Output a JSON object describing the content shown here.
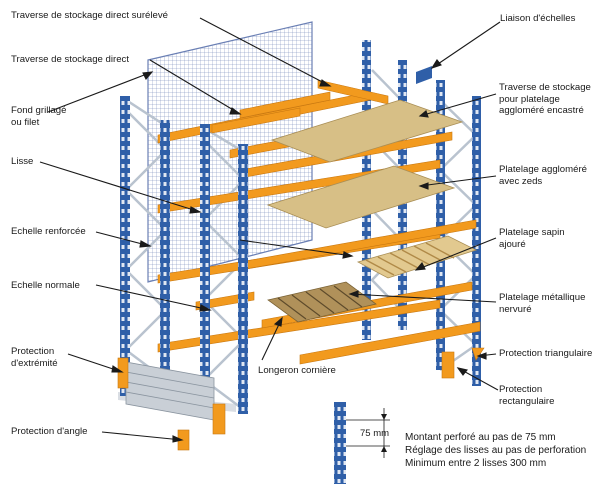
{
  "diagram": {
    "labels": {
      "traverse_direct_sureleve": "Traverse de stockage direct surélevé",
      "traverse_direct": "Traverse de stockage direct",
      "fond_grillage": "Fond grillagé\nou filet",
      "lisse": "Lisse",
      "echelle_renforcee": "Echelle renforcée",
      "echelle_normale": "Echelle normale",
      "protection_extremite": "Protection\nd'extrémité",
      "protection_angle": "Protection d'angle",
      "liaison_echelles": "Liaison d'échelles",
      "traverse_platelage": "Traverse de stockage\npour platelage\naggloméré encastré",
      "platelage_agglomere": "Platelage aggloméré\navec zeds",
      "platelage_sapin": "Platelage sapin\najouré",
      "platelage_metallique": "Platelage métallique\nnervuré",
      "longeron_corniere": "Longeron cornière",
      "protection_triangulaire": "Protection triangulaire",
      "protection_rectangulaire": "Protection\nrectangulaire"
    },
    "pitch_detail": {
      "dimension": "75 mm",
      "note_lines": [
        "Montant perforé au pas de 75 mm",
        "Réglage des lisses au pas de perforation",
        "Minimum entre 2 lisses 300 mm"
      ]
    },
    "colors": {
      "upright_blue": "#2f5fa8",
      "beam_orange": "#f29a1e",
      "deck_board": "#d7bf86",
      "mesh": "#6a7fb4",
      "brace_gray": "#b9c3cf"
    }
  }
}
